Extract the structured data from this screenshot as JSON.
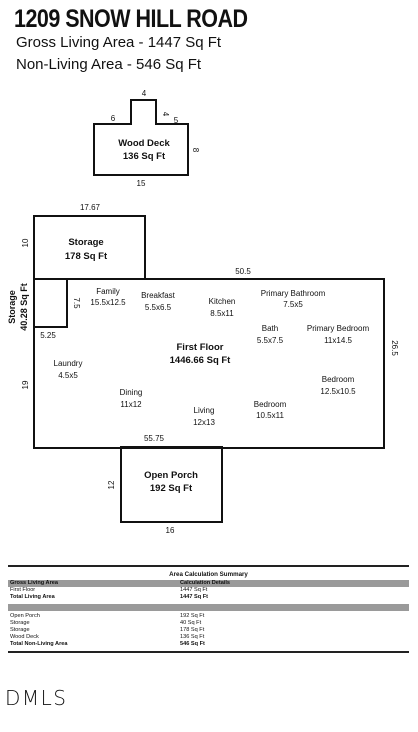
{
  "header": {
    "address": "1209 SNOW HILL ROAD",
    "gross_living_area": "Gross Living Area - 1447 Sq Ft",
    "non_living_area": "Non-Living Area - 546 Sq Ft"
  },
  "floor_plan": {
    "wood_deck": {
      "name": "Wood Deck",
      "area": "136 Sq Ft",
      "dims": [
        "4",
        "6",
        "4",
        "5",
        "8",
        "15"
      ]
    },
    "storage_top": {
      "name": "Storage",
      "area": "178 Sq Ft",
      "dims": [
        "17.67",
        "10"
      ]
    },
    "storage_side": {
      "name": "Storage",
      "area": "40.28 Sq Ft",
      "dims": [
        "7.5",
        "5.25"
      ]
    },
    "first_floor": {
      "name": "First Floor",
      "area": "1446.66 Sq Ft",
      "dims": [
        "50.5",
        "26.5",
        "19",
        "55.75"
      ]
    },
    "open_porch": {
      "name": "Open Porch",
      "area": "192 Sq Ft",
      "dims": [
        "12",
        "16"
      ]
    },
    "rooms": [
      {
        "name": "Family",
        "size": "15.5x12.5"
      },
      {
        "name": "Breakfast",
        "size": "5.5x6.5"
      },
      {
        "name": "Kitchen",
        "size": "8.5x11"
      },
      {
        "name": "Primary Bathroom",
        "size": "7.5x5"
      },
      {
        "name": "Bath",
        "size": "5.5x7.5"
      },
      {
        "name": "Primary Bedroom",
        "size": "11x14.5"
      },
      {
        "name": "Laundry",
        "size": "4.5x5"
      },
      {
        "name": "Dining",
        "size": "11x12"
      },
      {
        "name": "Living",
        "size": "12x13"
      },
      {
        "name": "Bedroom",
        "size": "10.5x11"
      },
      {
        "name": "Bedroom",
        "size": "12.5x10.5"
      }
    ]
  },
  "summary": {
    "title": "Area Calculation Summary",
    "living_header": [
      "Gross Living Area",
      "Calculation Details"
    ],
    "living_rows": [
      {
        "label": "First Floor",
        "value": "1447 Sq Ft",
        "bold": false
      },
      {
        "label": "Total Living Area",
        "value": "1447 Sq Ft",
        "bold": true
      }
    ],
    "nonliving_rows": [
      {
        "label": "Open Porch",
        "value": "192 Sq Ft",
        "bold": false
      },
      {
        "label": "Storage",
        "value": "40 Sq Ft",
        "bold": false
      },
      {
        "label": "Storage",
        "value": "178 Sq Ft",
        "bold": false
      },
      {
        "label": "Wood Deck",
        "value": "136 Sq Ft",
        "bold": false
      },
      {
        "label": "Total Non-Living Area",
        "value": "546 Sq Ft",
        "bold": true
      }
    ]
  },
  "logo": "DMLS"
}
